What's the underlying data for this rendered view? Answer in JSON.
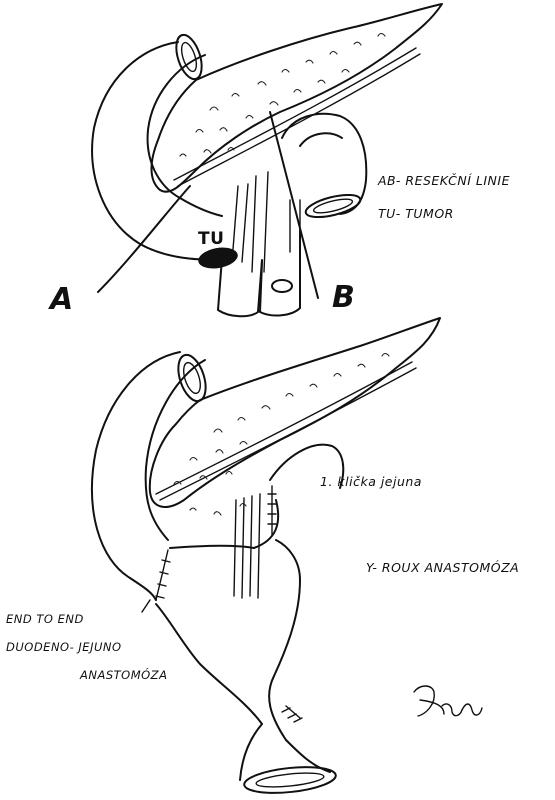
{
  "top_figure": {
    "point_a": "A",
    "point_b": "B",
    "tumor_label": "TU",
    "legend": [
      "AB- RESEKČNÍ LINIE",
      "TU- TUMOR"
    ]
  },
  "bottom_figure": {
    "jejunum_loop_label": "1. klička jejuna",
    "roux_label": "Y- ROUX ANASTOMÓZA",
    "anastomosis_label": [
      "END TO END",
      "DUODENO- JEJUNO",
      "ANASTOMÓZA"
    ]
  }
}
